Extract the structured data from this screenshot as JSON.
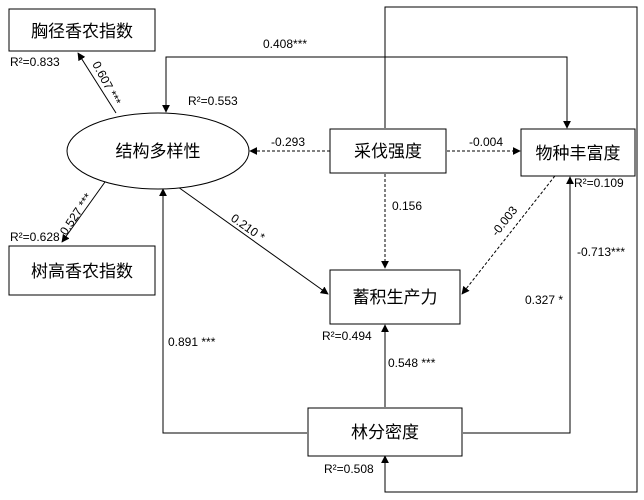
{
  "nodes": {
    "chest_shannon": "胸径香农指数",
    "height_shannon": "树高香农指数",
    "structural_diversity": "结构多样性",
    "harvest_intensity": "采伐强度",
    "species_richness": "物种丰富度",
    "stock_productivity": "蓄积生产力",
    "stand_density": "林分密度"
  },
  "r2": {
    "chest_shannon": "R²=0.833",
    "height_shannon": "R²=0.628",
    "structural_diversity": "R²=0.553",
    "species_richness": "R²=0.109",
    "stock_productivity": "R²=0.494",
    "stand_density": "R²=0.508"
  },
  "paths": {
    "sd_to_chest": "0.607 ***",
    "sd_to_height": "0.527 ***",
    "sd_to_richness": "0.408***",
    "harvest_to_sd": "-0.293",
    "harvest_to_richness": "-0.004",
    "harvest_to_productivity": "0.156",
    "sd_to_productivity": "0.210 *",
    "richness_to_productivity": "-0.003",
    "density_to_sd": "0.891 ***",
    "density_to_productivity": "0.548 ***",
    "density_to_richness": "0.327 *",
    "richness_to_density": "-0.713***"
  }
}
